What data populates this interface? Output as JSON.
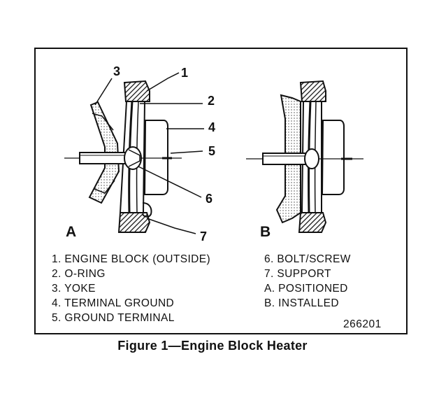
{
  "callouts": [
    "1",
    "2",
    "3",
    "4",
    "5",
    "6",
    "7"
  ],
  "panels": [
    "A",
    "B"
  ],
  "legend_left": [
    "1. ENGINE BLOCK (OUTSIDE)",
    "2. O-RING",
    "3. YOKE",
    "4. TERMINAL GROUND",
    "5. GROUND TERMINAL"
  ],
  "legend_right": [
    "6. BOLT/SCREW",
    "7. SUPPORT",
    "A. POSITIONED",
    "B. INSTALLED"
  ],
  "figure_code": "266201",
  "caption": "Figure 1—Engine Block Heater"
}
